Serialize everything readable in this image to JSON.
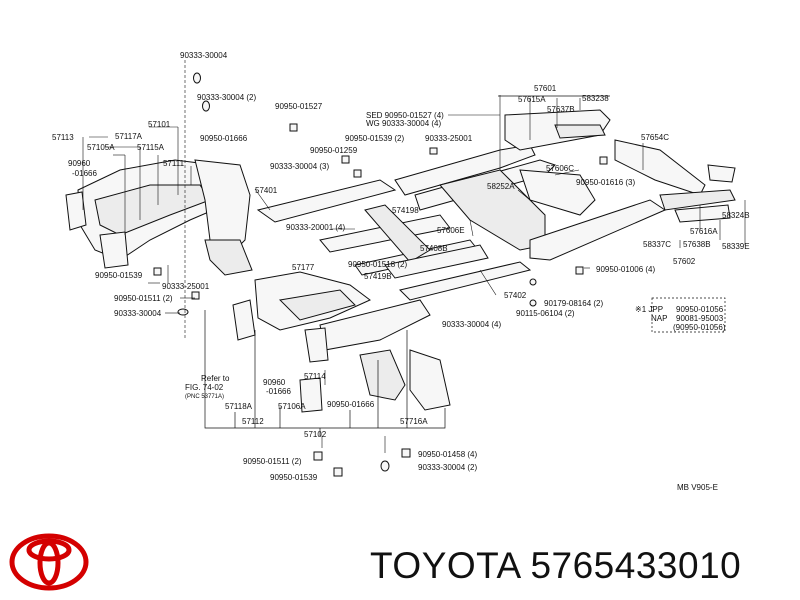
{
  "diagram": {
    "labels": {
      "p90333_30004_top": "90333-30004",
      "p90333_30004_2a": "90333-30004 (2)",
      "p90950_01527": "90950-01527",
      "p57113": "57113",
      "p57101": "57101",
      "p90950_01666_a": "90950-01666",
      "p57117A": "57117A",
      "p57105A": "57105A",
      "p57115A": "57115A",
      "p90960": "90960",
      "p01666": "-01666",
      "p57111": "57111",
      "p90333_30004_3a": "90333-30004 (3)",
      "p90950_01259": "90950-01259",
      "p90950_01539_2a": "90950-01539 (2)",
      "p90333_25001_top": "90333-25001",
      "p_sed": "SED 90950-01527 (4)",
      "p_wg": "WG 90333-30004 (4)",
      "p57601": "57601",
      "p57615A": "57615A",
      "p583238": "583238",
      "p57637B": "57637B",
      "p57654C": "57654C",
      "p57606C": "57606C",
      "p57401": "57401",
      "p90950_01616": "90950-01616 (3)",
      "p58252A": "58252A",
      "p574198": "574198",
      "p58324B": "58324B",
      "p90333_20001": "90333-20001 (4)",
      "p57606E": "57606E",
      "p57616A": "57616A",
      "p58337C": "58337C",
      "p57638B": "57638B",
      "p58339E": "58339E",
      "p57408B": "57408B",
      "p90950_01518": "90950-01518 (2)",
      "p57177": "57177",
      "p57419B": "57419B",
      "p57602": "57602",
      "p90950_01006": "90950-01006 (4)",
      "p90950_01539_b": "90950-01539",
      "p90333_25001_b": "90333-25001",
      "p57402": "57402",
      "p90179_08164": "90179-08164 (2)",
      "p90950_01511_2a": "90950-01511 (2)",
      "p90115_06104": "90115-06104 (2)",
      "p90333_30004_b": "90333-30004",
      "p90333_30004_4": "90333-30004 (4)",
      "p_note1": "※1 JPP",
      "p_note_n1": "90950-01056",
      "p_nap": "NAP",
      "p_note_n2": "90081-95003",
      "p_note_n3": "(90950-01056)",
      "p_refer": "Refer to",
      "p_fig": "FIG. 74-02",
      "p_pnc": "(PNC 53771A)",
      "p90960_b": "90960",
      "p01666_b": "-01666",
      "p57114": "57114",
      "p90950_01666_b": "90950-01666",
      "p57118A": "57118A",
      "p57106A": "57106A",
      "p57716A": "57716A",
      "p57112": "57112",
      "p57102": "57102",
      "p90950_01458": "90950-01458 (4)",
      "p90950_01511_2b": "90950-01511 (2)",
      "p90333_30004_2b": "90333-30004 (2)",
      "p90950_01539_c": "90950-01539",
      "p_code": "MB V905-E"
    }
  },
  "footer": {
    "brand": "TOYOTA",
    "part_number": "5765433010",
    "logo_color": "#d40000"
  }
}
